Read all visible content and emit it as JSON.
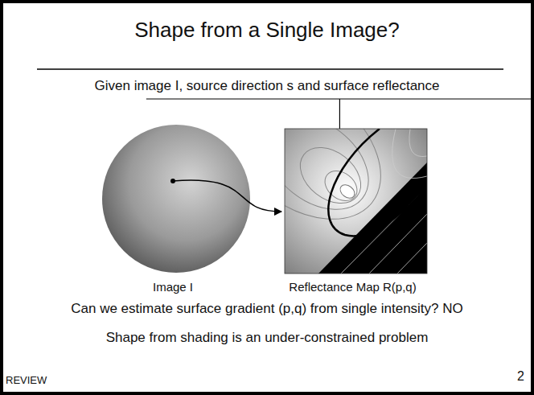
{
  "diagram": {
    "title": "Shape from a Single Image?",
    "nodes": [
      {
        "text": [
          "Image I"
        ]
      },
      {
        "text": [
          "Reflectance Map R(p,q)"
        ]
      }
    ],
    "edges": [
      {
        "from": 0,
        "to": 1,
        "arrow": "to"
      }
    ],
    "labels": [
      "Given image I, source direction s and surface reflectance",
      "Can we estimate surface gradient (p,q) from single intensity? NO",
      "Shape from shading is an under-constrained problem",
      "REVIEW",
      "2"
    ]
  }
}
